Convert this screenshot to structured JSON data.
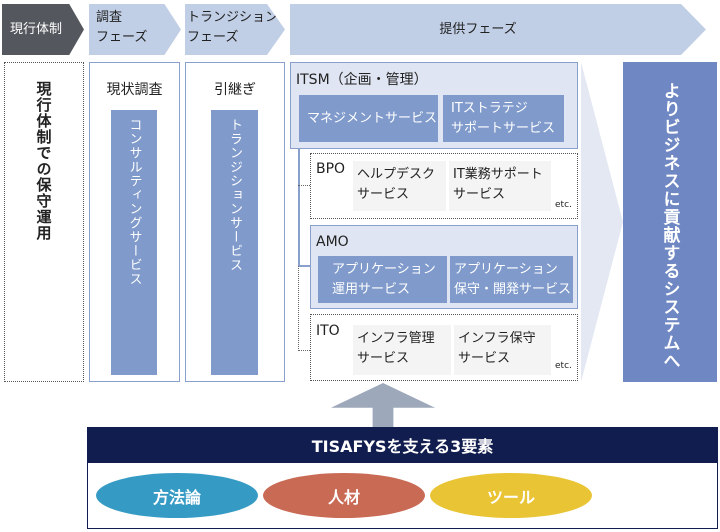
{
  "phases": {
    "current": "現行体制",
    "survey": "調査\nフェーズ",
    "survey_l1": "調査",
    "survey_l2": "フェーズ",
    "transition_l1": "トランジション",
    "transition_l2": "フェーズ",
    "delivery": "提供フェーズ"
  },
  "columns": {
    "current_text": "現行体制での保守運用",
    "survey_title": "現状調査",
    "survey_bar": "コンサルティングサービス",
    "transition_title": "引継ぎ",
    "transition_bar": "トランジションサービス"
  },
  "itsm": {
    "title": "ITSM（企画・管理）",
    "s1": "マネジメントサービス",
    "s2_l1": "ITストラテジ",
    "s2_l2": "サポートサービス"
  },
  "bpo": {
    "title": "BPO",
    "s1_l1": "ヘルプデスク",
    "s1_l2": "サービス",
    "s2_l1": "IT業務サポート",
    "s2_l2": "サービス",
    "etc": "etc."
  },
  "amo": {
    "title": "AMO",
    "s1_l1": "アプリケーション",
    "s1_l2": "運用サービス",
    "s2_l1": "アプリケーション",
    "s2_l2": "保守・開発サービス"
  },
  "ito": {
    "title": "ITO",
    "s1_l1": "インフラ管理",
    "s1_l2": "サービス",
    "s2_l1": "インフラ保守",
    "s2_l2": "サービス",
    "etc": "etc."
  },
  "result": "よりビジネスに貢献するシステムへ",
  "pillars": {
    "title": "TISAFYSを支える3要素",
    "items": [
      {
        "label": "方法論",
        "color": "#369bc4"
      },
      {
        "label": "人材",
        "color": "#c96a55"
      },
      {
        "label": "ツール",
        "color": "#e9c434"
      }
    ]
  }
}
